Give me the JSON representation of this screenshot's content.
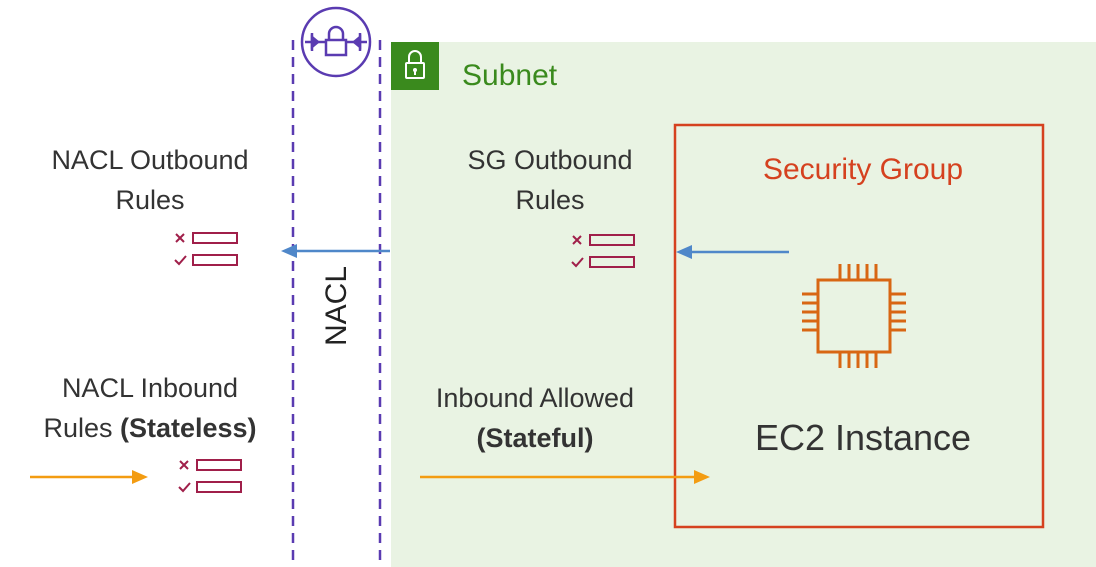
{
  "subnet": {
    "title": "Subnet"
  },
  "security_group": {
    "title": "Security Group"
  },
  "ec2": {
    "title": "EC2 Instance"
  },
  "nacl": {
    "vertical_label": "NACL"
  },
  "labels": {
    "nacl_outbound": {
      "line1": "NACL Outbound",
      "line2": "Rules"
    },
    "nacl_inbound": {
      "line1": "NACL Inbound",
      "line2_plain": "Rules ",
      "line2_bold": "(Stateless)"
    },
    "sg_outbound": {
      "line1": "SG Outbound",
      "line2": "Rules"
    },
    "inbound_allowed": {
      "line1": "Inbound Allowed",
      "line2_bold": "(Stateful)"
    }
  },
  "icons": {
    "subnet": "lock-icon",
    "nacl": "nacl-lock-icon",
    "rules": "rules-checklist-icon",
    "ec2": "chip-icon"
  },
  "colors": {
    "subnet_bg": "#e9f3e3",
    "subnet_badge": "#3a8a1d",
    "security_group_border": "#d5411f",
    "nacl_border": "#5a3bb1",
    "outbound_arrow": "#4f87c9",
    "inbound_arrow": "#f39c12",
    "ec2_chip": "#d86613",
    "rules_icon": "#a01f4a"
  }
}
